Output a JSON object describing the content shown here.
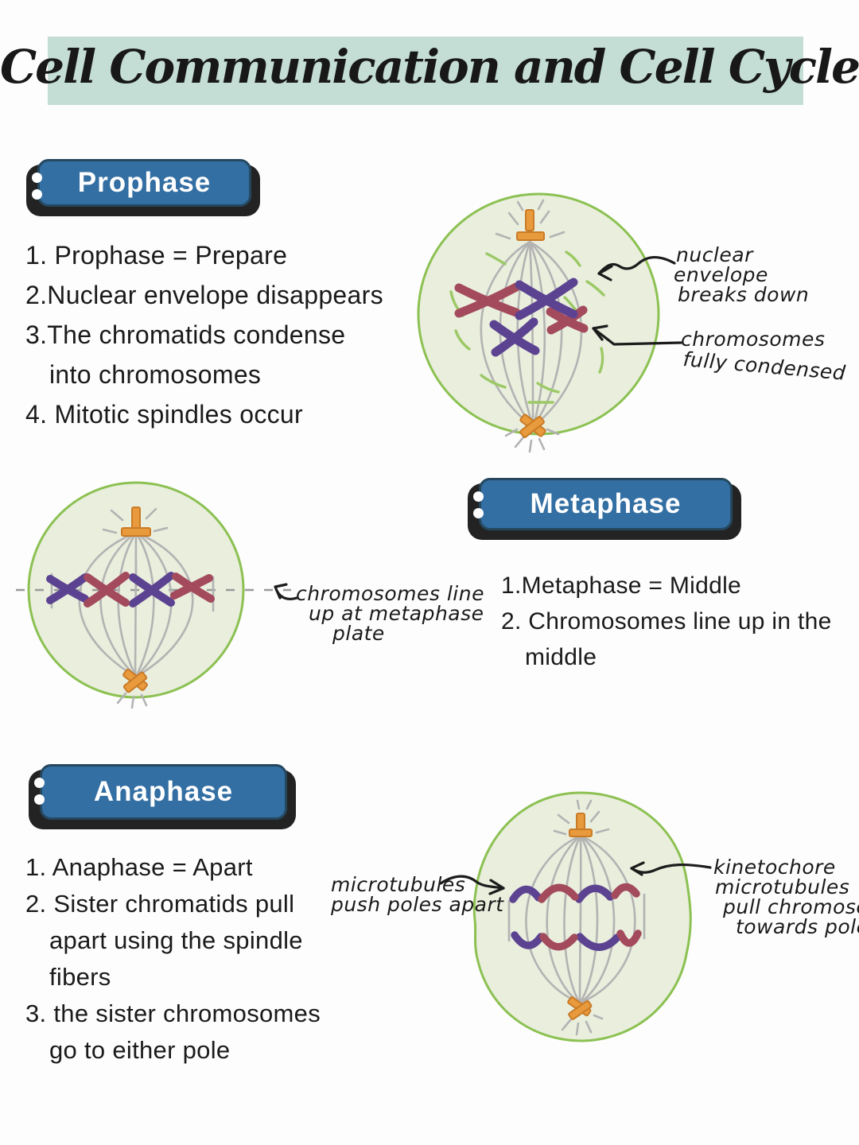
{
  "title": {
    "text": "Cell Communication and Cell Cycle"
  },
  "colors": {
    "title_highlight": "#c4ddd5",
    "badge_blue": "#336fa3",
    "badge_shadow": "#232323",
    "cell_fill": "#e9eedd",
    "cell_border": "#8cc152",
    "spindle_grey": "#b3b3b3",
    "centrosome_orange": "#e89a3c",
    "chromosome_red": "#a34a5c",
    "chromosome_purple": "#5c4391",
    "ink": "#1a1a1a"
  },
  "prophase": {
    "heading": "Prophase",
    "list": [
      "1. Prophase = Prepare",
      "2.Nuclear envelope disappears",
      "3.The chromatids condense",
      "into chromosomes",
      "4. Mitotic spindles occur"
    ],
    "annotations": {
      "nuclear": [
        "nuclear",
        "envelope",
        "breaks down"
      ],
      "condensed": [
        "chromosomes",
        "fully condensed"
      ]
    }
  },
  "metaphase": {
    "heading": "Metaphase",
    "list": [
      "1.Metaphase = Middle",
      "2. Chromosomes line up in the",
      "middle"
    ],
    "annotations": {
      "plate": [
        "chromosomes line",
        "up at metaphase",
        "plate"
      ]
    }
  },
  "anaphase": {
    "heading": "Anaphase",
    "list": [
      "1. Anaphase = Apart",
      "2. Sister chromatids pull",
      "apart using the spindle",
      "fibers",
      "3. the sister chromosomes",
      "go to either pole"
    ],
    "annotations": {
      "microtubules": [
        "microtubules",
        "push poles apart"
      ],
      "kinetochore": [
        "kinetochore",
        "microtubules",
        "pull chromosomes",
        "towards poles"
      ]
    }
  }
}
